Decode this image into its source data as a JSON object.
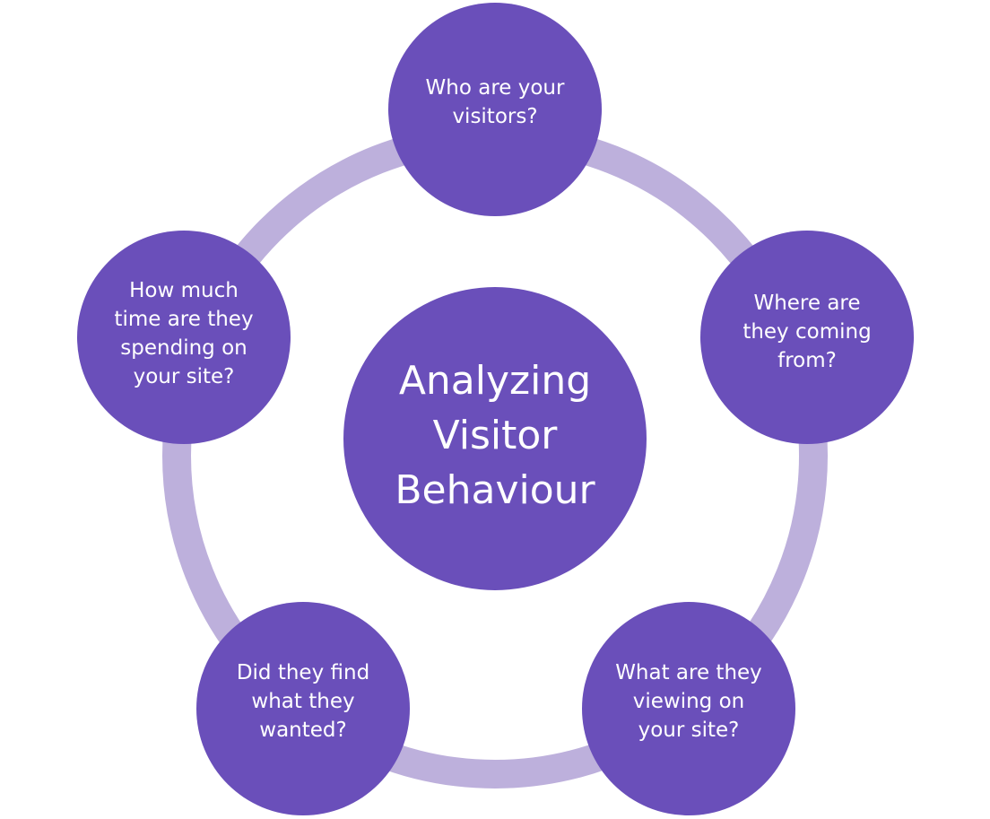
{
  "colors": {
    "node_fill": "#6a4fba",
    "ring": "#bdb0dc",
    "text": "#ffffff",
    "background": "#ffffff"
  },
  "diagram": {
    "center": {
      "text": "Analyzing Visitor Behaviour"
    },
    "nodes": [
      {
        "text": "Who are your visitors?"
      },
      {
        "text": "Where are they coming from?"
      },
      {
        "text": "What are they viewing on your site?"
      },
      {
        "text": "Did they find what they wanted?"
      },
      {
        "text": "How much time are they spending on your site?"
      }
    ]
  }
}
